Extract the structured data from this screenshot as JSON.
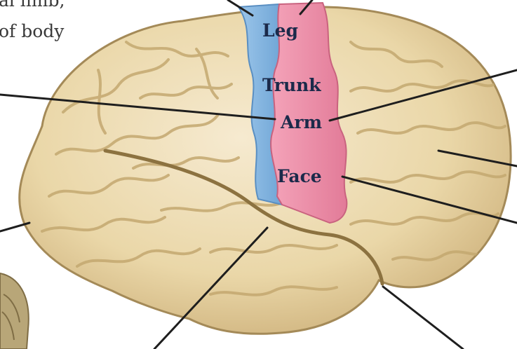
{
  "figure": {
    "region_labels": {
      "leg": "Leg",
      "trunk": "Trunk",
      "arm": "Arm",
      "face": "Face"
    },
    "caption_fragments": {
      "line1": "al limb,",
      "line2": "of body"
    }
  },
  "colors": {
    "background": "#ffffff",
    "brain_fill": "#ead7a8",
    "motor_strip_blue": "#8bbbe3",
    "sensory_strip_pink": "#ef93ac",
    "label_text": "#1b2a4a",
    "leader_lines": "#1e1e1e"
  }
}
